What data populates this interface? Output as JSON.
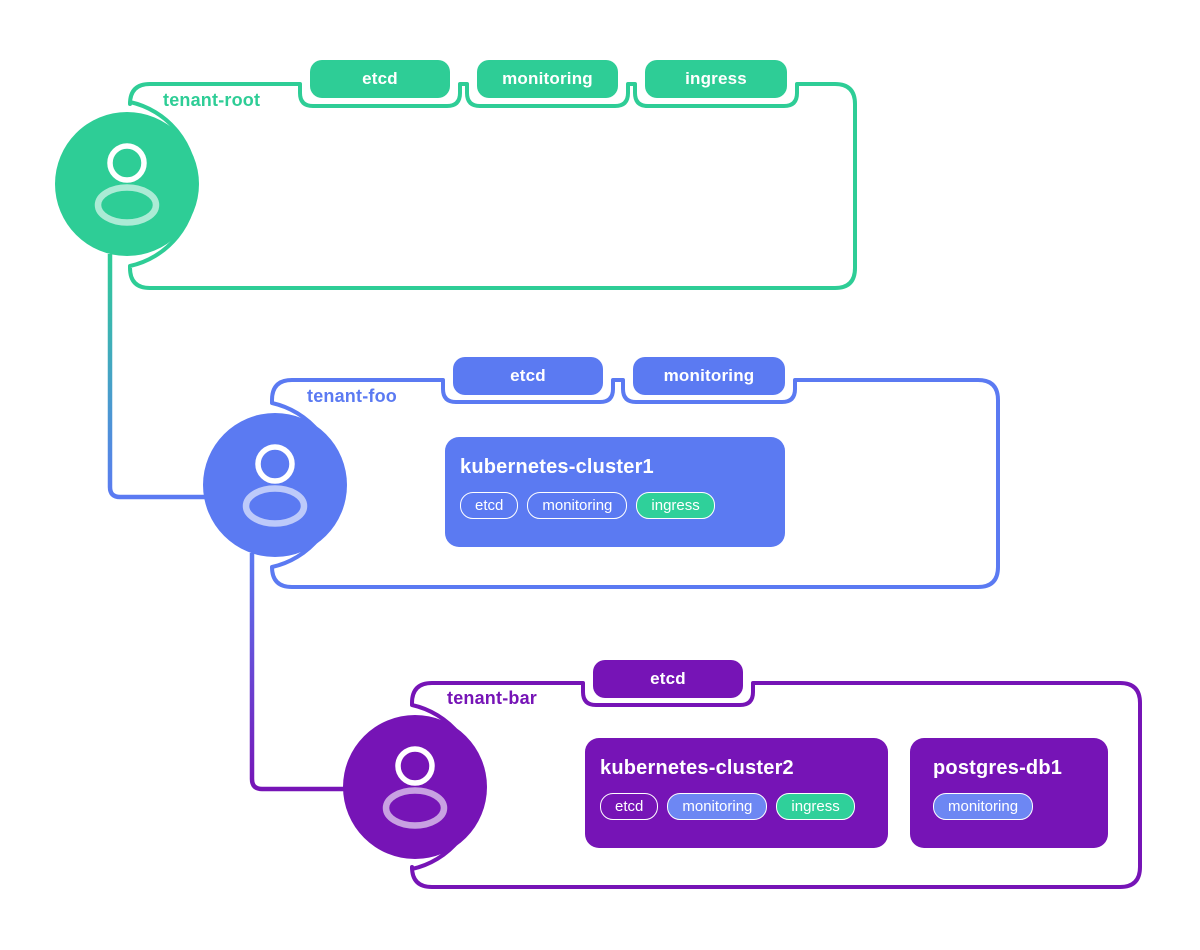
{
  "diagram": {
    "kind": "tenant-hierarchy",
    "connections": [
      {
        "from": "tenant-root",
        "to": "tenant-foo"
      },
      {
        "from": "tenant-foo",
        "to": "tenant-bar"
      }
    ]
  },
  "colors": {
    "green": "#2ecd96",
    "blue": "#5b7af2",
    "purple": "#7614b6",
    "pill_blue_fill": "#6d87f3",
    "pill_green_fill": "#2fd09a",
    "text_on_fill": "#ffffff"
  },
  "icons": [
    {
      "name": "user-icon",
      "meaning": "tenant owner avatar (person glyph)"
    }
  ],
  "tenants": [
    {
      "name": "tenant-root",
      "color": "#2ecd96",
      "tabs": [
        "etcd",
        "monitoring",
        "ingress"
      ],
      "resources": []
    },
    {
      "name": "tenant-foo",
      "color": "#5b7af2",
      "tabs": [
        "etcd",
        "monitoring"
      ],
      "resources": [
        {
          "title": "kubernetes-cluster1",
          "pills": [
            {
              "label": "etcd",
              "style": "outline"
            },
            {
              "label": "monitoring",
              "style": "outline"
            },
            {
              "label": "ingress",
              "style": "green"
            }
          ]
        }
      ]
    },
    {
      "name": "tenant-bar",
      "color": "#7614b6",
      "tabs": [
        "etcd"
      ],
      "resources": [
        {
          "title": "kubernetes-cluster2",
          "pills": [
            {
              "label": "etcd",
              "style": "outline"
            },
            {
              "label": "monitoring",
              "style": "blue"
            },
            {
              "label": "ingress",
              "style": "green"
            }
          ]
        },
        {
          "title": "postgres-db1",
          "pills": [
            {
              "label": "monitoring",
              "style": "blue"
            }
          ]
        }
      ]
    }
  ]
}
